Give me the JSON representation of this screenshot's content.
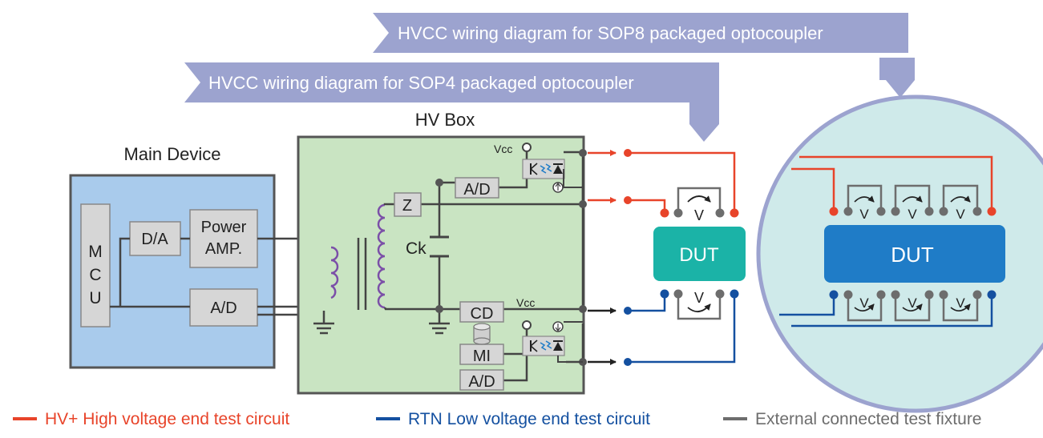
{
  "banners": {
    "sop8": "HVCC wiring diagram for SOP8 packaged optocoupler",
    "sop4": "HVCC wiring diagram for SOP4 packaged optocoupler"
  },
  "main_device": {
    "title": "Main Device",
    "mcu_letters": [
      "M",
      "C",
      "U"
    ],
    "da": "D/A",
    "power_amp_line1": "Power",
    "power_amp_line2": "AMP.",
    "ad": "A/D"
  },
  "hv_box": {
    "title": "HV Box",
    "z": "Z",
    "ad_top": "A/D",
    "ck": "Ck",
    "cd": "CD",
    "mi": "MI",
    "ad_bottom": "A/D",
    "vcc_top": "Vcc",
    "vcc_bottom": "Vcc"
  },
  "dut": {
    "small": "DUT",
    "large": "DUT",
    "meter": "V"
  },
  "legend": {
    "hv": "HV+ High voltage end test circuit",
    "rtn": "RTN Low voltage end test circuit",
    "ext": "External connected test fixture"
  },
  "colors": {
    "hv_red": "#e8442a",
    "rtn_blue": "#1450a0",
    "fixture_gray": "#6d6d6d",
    "banner": "#9ca3cf",
    "main_device_fill": "#a9cbec",
    "hv_box_fill": "#c9e4c2",
    "dut_small": "#1bb3a7",
    "dut_large": "#1f7cc7",
    "circle_fill": "#cfeaea",
    "coil": "#7b4fa8"
  }
}
